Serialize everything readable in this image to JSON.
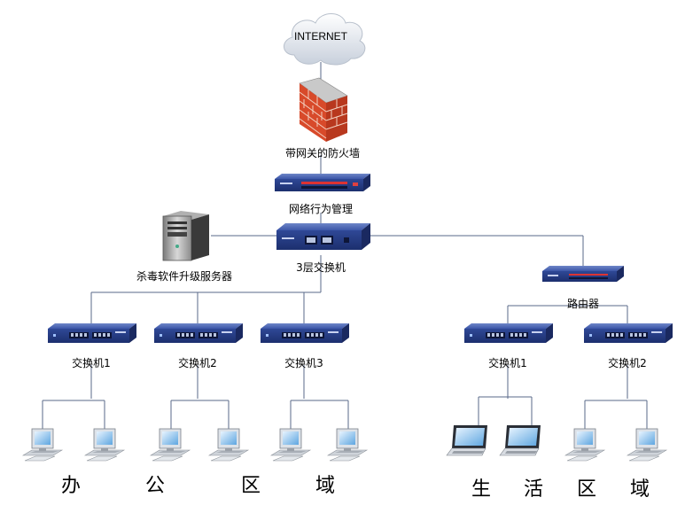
{
  "nodes": {
    "internet": "INTERNET",
    "firewall": "带网关的防火墙",
    "behavior_mgmt": "网络行为管理",
    "core_switch": "3层交换机",
    "av_server": "杀毒软件升级服务器",
    "router": "路由器",
    "office_switch_1": "交换机1",
    "office_switch_2": "交换机2",
    "office_switch_3": "交换机3",
    "living_switch_1": "交换机1",
    "living_switch_2": "交换机2"
  },
  "zones": {
    "office": [
      "办",
      "公",
      "区",
      "域"
    ],
    "living": [
      "生",
      "活",
      "区",
      "域"
    ]
  },
  "colors": {
    "device_blue": "#2e4a9a",
    "firewall_brick": "#d84a2a",
    "line": "#5a6a8a"
  }
}
